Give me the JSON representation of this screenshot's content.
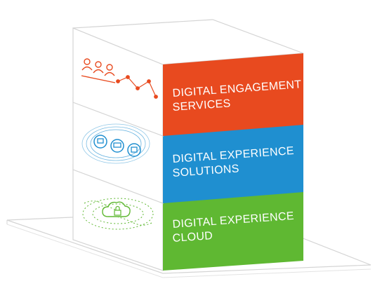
{
  "layers": [
    {
      "line1": "DIGITAL ENGAGEMENT",
      "line2": "SERVICES",
      "color": "#e84a1f",
      "icon": "people-network-icon"
    },
    {
      "line1": "DIGITAL EXPERIENCE",
      "line2": "SOLUTIONS",
      "color": "#1f8fd0",
      "icon": "devices-signal-icon"
    },
    {
      "line1": "DIGITAL EXPERIENCE",
      "line2": "CLOUD",
      "color": "#5fb832",
      "icon": "cloud-lock-icon"
    }
  ],
  "colors": {
    "edge": "#d4d4d4",
    "face": "#ffffff",
    "orange": "#e84a1f",
    "blue": "#1f8fd0",
    "green": "#5fb832"
  }
}
